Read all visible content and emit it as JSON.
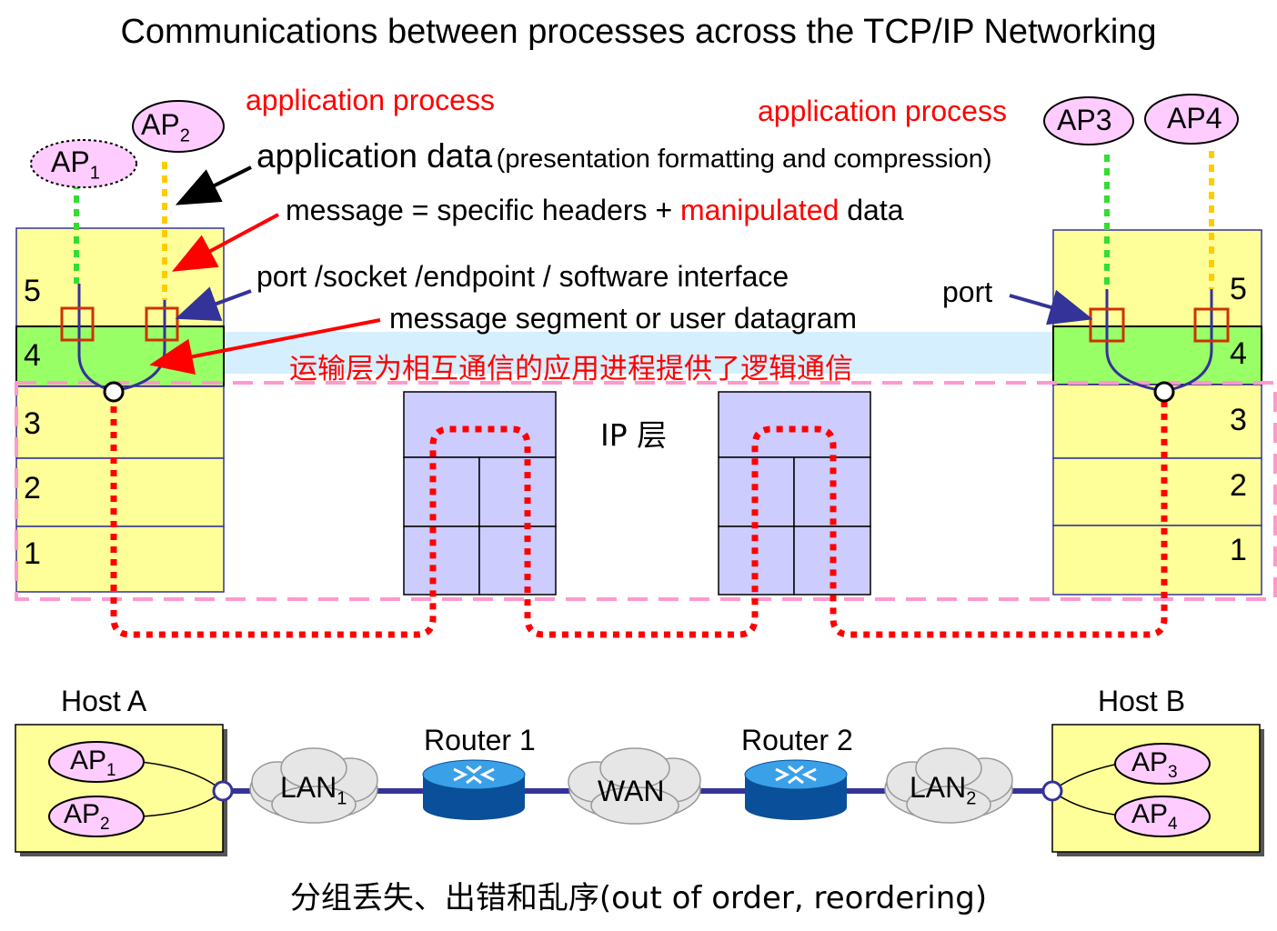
{
  "title": "Communications between processes across the TCP/IP Networking",
  "labels": {
    "app_process_left": "application process",
    "app_process_right": "application process",
    "app_data": "application data",
    "app_data_note": "(presentation formatting and compression)",
    "message_prefix": "message = specific headers + ",
    "message_highlight": "manipulated",
    "message_suffix": " data",
    "port_socket": "port /socket /endpoint / software interface",
    "segment": "message segment or user datagram",
    "transport_note": "运输层为相互通信的应用进程提供了逻辑通信",
    "ip_layer": "IP 层",
    "port": "port"
  },
  "processes_top": {
    "left": [
      {
        "name": "AP",
        "sub": "1"
      },
      {
        "name": "AP",
        "sub": "2"
      }
    ],
    "right": [
      {
        "name": "AP3",
        "sub": ""
      },
      {
        "name": "AP4",
        "sub": ""
      }
    ]
  },
  "layers": [
    "5",
    "4",
    "3",
    "2",
    "1"
  ],
  "network": {
    "host_a": "Host A",
    "host_b": "Host B",
    "router1": "Router 1",
    "router2": "Router 2",
    "lan1": {
      "name": "LAN",
      "sub": "1"
    },
    "wan": "WAN",
    "lan2": {
      "name": "LAN",
      "sub": "2"
    },
    "host_a_aps": [
      {
        "name": "AP",
        "sub": "1"
      },
      {
        "name": "AP",
        "sub": "2"
      }
    ],
    "host_b_aps": [
      {
        "name": "AP",
        "sub": "3"
      },
      {
        "name": "AP",
        "sub": "4"
      }
    ]
  },
  "footer": "分组丢失、出错和乱序(out of order, reordering)",
  "colors": {
    "host_fill": "#ffff99",
    "transport_fill": "#99ff66",
    "router_fill": "#ccccff",
    "ap_fill": "#ffccff",
    "band": "#d6efff",
    "red_path": "#ff0000",
    "green_dots": "#33dd33",
    "orange_dots": "#ffcc00",
    "pink_dash": "#ff99cc",
    "navy": "#333399",
    "port_box": "#cc3300"
  }
}
